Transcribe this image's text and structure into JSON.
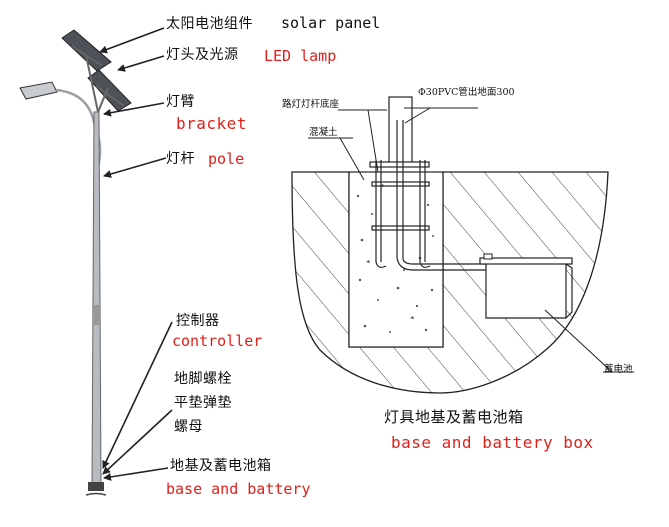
{
  "colors": {
    "chinese_label": "#111111",
    "english_label": "#e0201b",
    "line": "#222222"
  },
  "left_labels": {
    "solar_panel_cn": "太阳电池组件",
    "solar_panel_en": "solar panel",
    "led_lamp_cn": "灯头及光源",
    "led_lamp_en": "LED lamp",
    "bracket_cn": "灯臂",
    "bracket_en": "bracket",
    "pole_cn": "灯杆",
    "pole_en": "pole",
    "controller_cn": "控制器",
    "controller_en": "controller",
    "anchor_bolt_cn": "地脚螺栓",
    "washer_cn": "平垫弹垫",
    "nut_cn": "螺母",
    "base_battery_cn": "地基及蓄电池箱",
    "base_battery_en": "base and battery"
  },
  "right_labels": {
    "pole_base_cn": "路灯灯杆底座",
    "pvc_pipe_cn": "Φ30PVC管出地面300",
    "concrete_cn": "混凝土",
    "battery_cn": "蓄电池",
    "caption_cn": "灯具地基及蓄电池箱",
    "caption_en": "base and battery box"
  }
}
